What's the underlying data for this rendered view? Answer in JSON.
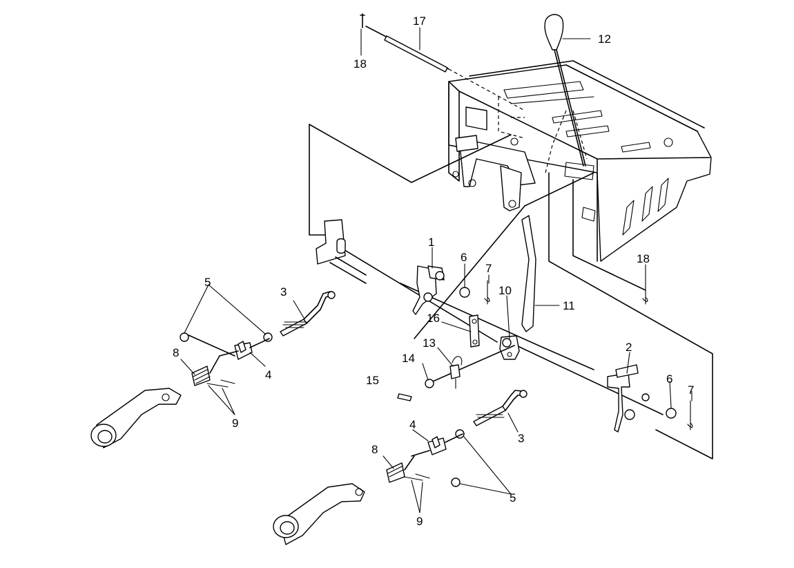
{
  "callouts": {
    "c1": "1",
    "c2": "2",
    "c3a": "3",
    "c3b": "3",
    "c4a": "4",
    "c4b": "4",
    "c5a": "5",
    "c5b": "5",
    "c6a": "6",
    "c6b": "6",
    "c7a": "7",
    "c7b": "7",
    "c8a": "8",
    "c8b": "8",
    "c9a": "9",
    "c9b": "9",
    "c10": "10",
    "c11": "11",
    "c12": "12",
    "c13": "13",
    "c14": "14",
    "c15": "15",
    "c16": "16",
    "c17": "17",
    "c18a": "18",
    "c18b": "18"
  }
}
